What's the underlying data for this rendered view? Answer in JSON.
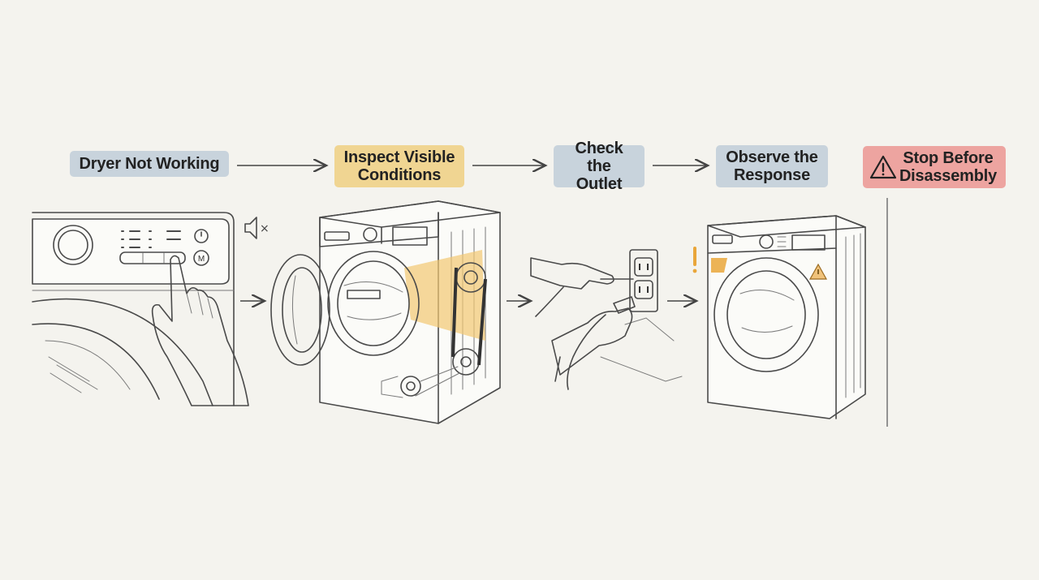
{
  "steps": [
    {
      "lines": [
        "Dryer Not Working"
      ],
      "style": "blue"
    },
    {
      "lines": [
        "Inspect Visible",
        "Conditions"
      ],
      "style": "yellow"
    },
    {
      "lines": [
        "Check the",
        "Outlet"
      ],
      "style": "blue"
    },
    {
      "lines": [
        "Observe the",
        "Response"
      ],
      "style": "blue"
    },
    {
      "lines": [
        "Stop Before",
        "Disassembly"
      ],
      "style": "red",
      "icon": "warning-icon"
    }
  ],
  "panel_button_label": "M",
  "mute_mark": "×",
  "colors": {
    "background": "#f4f3ee",
    "blue_label": "#c8d3dc",
    "yellow_label": "#f0d592",
    "red_label": "#eda4a0",
    "panel_highlight": "#b9c8d6",
    "inspect_highlight": "#f2c872",
    "alert_orange": "#e9a63a"
  }
}
